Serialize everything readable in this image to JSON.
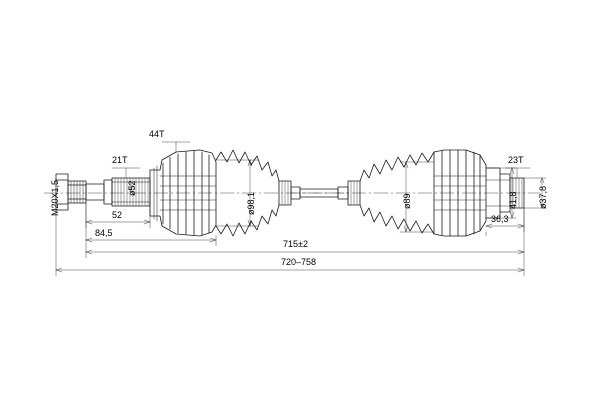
{
  "diagram": {
    "title": "CV axle drive shaft technical dimension drawing",
    "type": "engineering-line-drawing",
    "stroke_color": "#1a1a1a",
    "background_color": "#ffffff",
    "labels": {
      "thread_left": "M20X1,5",
      "spline_left": "21T",
      "diameter_left_shaft": "ø52",
      "length_52": "52",
      "length_84_5": "84,5",
      "boot_teeth_left": "44T",
      "diameter_98": "ø98,1",
      "total_715": "715±2",
      "total_720_758": "720–758",
      "spline_right": "23T",
      "diameter_89": "ø89",
      "length_41_8": "41,8",
      "diameter_37_8": "ø37,8",
      "length_36_3": "36,3"
    }
  }
}
